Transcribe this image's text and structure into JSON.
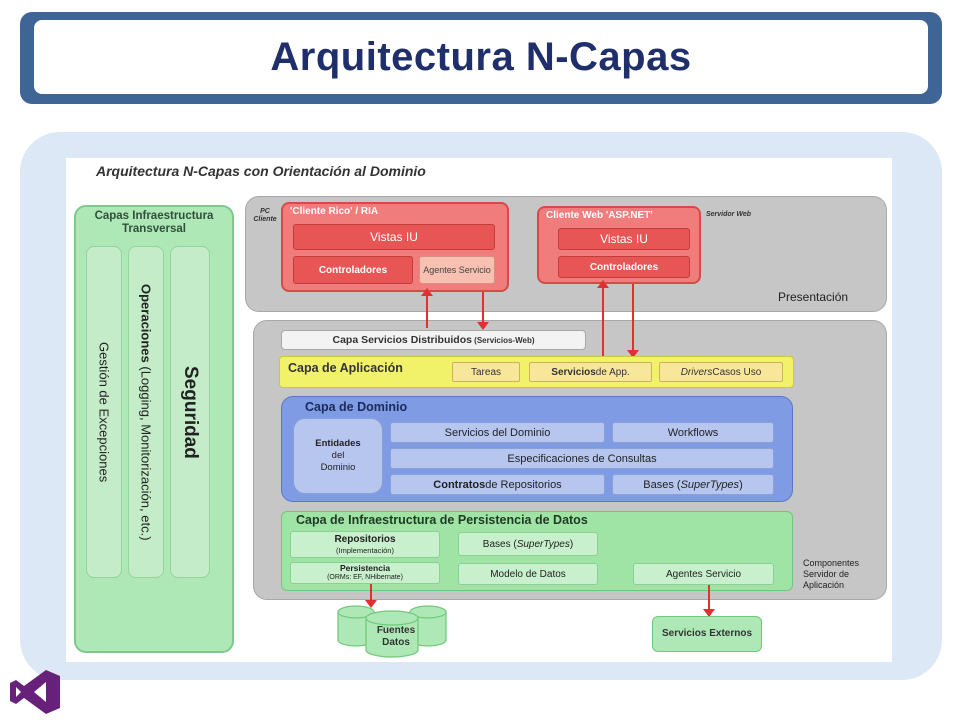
{
  "page_title": "Arquitectura N-Capas",
  "diagram_title": "Arquitectura N-Capas con Orientación al Dominio",
  "infra": {
    "title": "Capas Infraestructura Transversal",
    "col1": "Gestión de Excepciones",
    "col2_bold": "Operaciones",
    "col2_rest": " (Logging, Monitorización, etc.)",
    "col3": "Seguridad"
  },
  "presentation": {
    "pc_cliente": "PC Cliente",
    "servidor_web": "Servidor Web",
    "label": "Presentación",
    "rich": {
      "title": "'Cliente Rico' / RIA",
      "vistas": "Vistas IU",
      "controladores": "Controladores",
      "agentes": "Agentes Servicio"
    },
    "web": {
      "title": "Cliente Web 'ASP.NET'",
      "vistas": "Vistas IU",
      "controladores": "Controladores"
    }
  },
  "app_server": {
    "distributed_bold": "Capa Servicios Distribuidos",
    "distributed_small": " (Servicios-Web)",
    "application": {
      "title": "Capa de Aplicación",
      "tareas": "Tareas",
      "servicios_bold": "Servicios",
      "servicios_rest": " de App.",
      "drivers_italic": "Drivers",
      "drivers_rest": " Casos Uso"
    },
    "domain": {
      "title": "Capa de Dominio",
      "entidades_bold": "Entidades",
      "entidades_rest1": "del",
      "entidades_rest2": "Dominio",
      "servicios": "Servicios del Dominio",
      "workflows": "Workflows",
      "especificaciones": "Especificaciones de Consultas",
      "contratos_bold": "Contratos",
      "contratos_rest": " de Repositorios",
      "bases_pre": "Bases (",
      "bases_italic": "SuperTypes",
      "bases_post": ")"
    },
    "persistence": {
      "title": "Capa de Infraestructura de Persistencia de Datos",
      "repositorios": "Repositorios",
      "repositorios_sub": "(Implementación)",
      "bases_pre": "Bases (",
      "bases_italic": "SuperTypes",
      "bases_post": ")",
      "persistencia": "Persistencia",
      "persistencia_sub": "(ORMs: EF, NHibernate)",
      "modelo": "Modelo de Datos",
      "agentes": "Agentes Servicio"
    },
    "componentes": "Componentes Servidor de Aplicación"
  },
  "external": {
    "fuentes": "Fuentes Datos",
    "servicios": "Servicios Externos"
  },
  "logo_icon": "visual-studio-icon",
  "colors": {
    "banner": "#3f6596",
    "title": "#1f2f6b",
    "logo": "#68217a"
  }
}
